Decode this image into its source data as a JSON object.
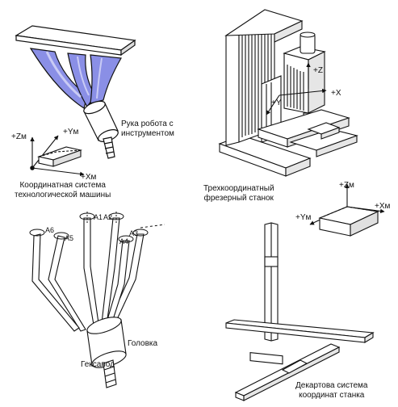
{
  "colors": {
    "line": "#111111",
    "robot_arm": "#8a8fe6",
    "robot_arm_light": "#c9cbf5",
    "background": "#ffffff"
  },
  "robot_panel": {
    "caption": [
      "Рука робота с",
      "инструментом"
    ]
  },
  "machine_frame_panel": {
    "axes": {
      "z": "+Zм",
      "y": "+Yм",
      "x": "+Xм"
    },
    "caption": [
      "Координатная система",
      "технологической машины"
    ]
  },
  "milling_panel": {
    "axes": {
      "z": "+Z",
      "y": "+Y",
      "x": "+X"
    },
    "caption": [
      "Трехкоординатный",
      "фрезерный станок"
    ]
  },
  "cartesian_frame_panel": {
    "axes": {
      "z": "+Zм",
      "y": "+Yм",
      "x": "+Xм"
    }
  },
  "hexapod_panel": {
    "joints": [
      "A1",
      "A2",
      "A3",
      "A4",
      "A5",
      "A6"
    ],
    "head_label": "Головка",
    "caption": "Гексапод"
  },
  "cartesian_panel": {
    "caption": [
      "Декартова система",
      "координат станка"
    ]
  }
}
